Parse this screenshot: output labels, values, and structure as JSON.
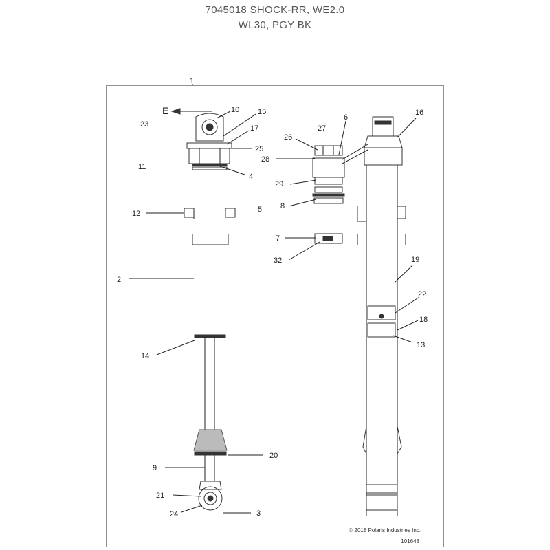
{
  "header": {
    "title_line1": "7045018 SHOCK-RR, WE2.0",
    "title_line2": "WL30, PGY BK"
  },
  "callouts": [
    {
      "id": "c1",
      "label": "1"
    },
    {
      "id": "c2",
      "label": "2"
    },
    {
      "id": "c3",
      "label": "3"
    },
    {
      "id": "c4",
      "label": "4"
    },
    {
      "id": "c5",
      "label": "5"
    },
    {
      "id": "c6",
      "label": "6"
    },
    {
      "id": "c7",
      "label": "7"
    },
    {
      "id": "c8",
      "label": "8"
    },
    {
      "id": "c9",
      "label": "9"
    },
    {
      "id": "c10",
      "label": "10"
    },
    {
      "id": "c11",
      "label": "11"
    },
    {
      "id": "c12",
      "label": "12"
    },
    {
      "id": "c13",
      "label": "13"
    },
    {
      "id": "c14",
      "label": "14"
    },
    {
      "id": "c15",
      "label": "15"
    },
    {
      "id": "c16",
      "label": "16"
    },
    {
      "id": "c17",
      "label": "17"
    },
    {
      "id": "c18",
      "label": "18"
    },
    {
      "id": "c19",
      "label": "19"
    },
    {
      "id": "c20",
      "label": "20"
    },
    {
      "id": "c21",
      "label": "21"
    },
    {
      "id": "c22",
      "label": "22"
    },
    {
      "id": "c23",
      "label": "23"
    },
    {
      "id": "c24",
      "label": "24"
    },
    {
      "id": "c25",
      "label": "25"
    },
    {
      "id": "c26",
      "label": "26"
    },
    {
      "id": "c27",
      "label": "27"
    },
    {
      "id": "c28",
      "label": "28"
    },
    {
      "id": "c29",
      "label": "29"
    },
    {
      "id": "c32",
      "label": "32"
    }
  ],
  "view_marker": "E",
  "footer": {
    "copyright": "© 2018 Polaris Industries Inc.",
    "figure_id": "101648"
  }
}
